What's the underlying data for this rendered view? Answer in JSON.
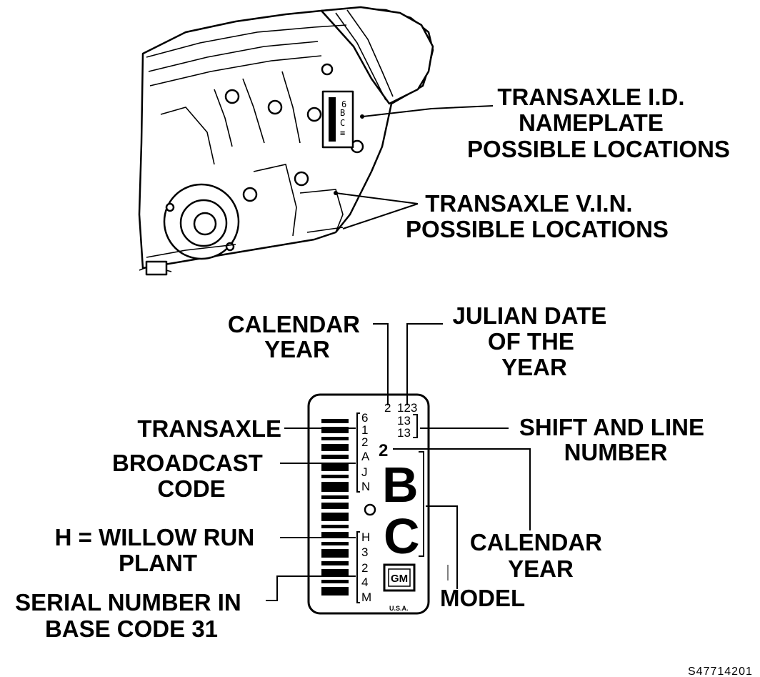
{
  "labels": {
    "id_nameplate": [
      "TRANSAXLE I.D.",
      "NAMEPLATE",
      "POSSIBLE LOCATIONS"
    ],
    "vin": [
      "TRANSAXLE V.I.N.",
      "POSSIBLE LOCATIONS"
    ],
    "calendar_year_top": [
      "CALENDAR",
      "YEAR"
    ],
    "julian_date": [
      "JULIAN DATE",
      "OF THE",
      "YEAR"
    ],
    "transaxle": "TRANSAXLE",
    "shift_line": [
      "SHIFT AND LINE",
      "NUMBER"
    ],
    "broadcast_code": [
      "BROADCAST",
      "CODE"
    ],
    "calendar_year_right": [
      "CALENDAR",
      "YEAR"
    ],
    "willow_run": [
      "H = WILLOW RUN",
      "PLANT"
    ],
    "model": "MODEL",
    "serial_number": [
      "SERIAL NUMBER IN",
      "BASE CODE 31"
    ]
  },
  "nameplate": {
    "year_digit": "2",
    "julian": "123",
    "shift_1": "13",
    "shift_2": "13",
    "broadcast_chars": [
      "6",
      "1",
      "2",
      "A",
      "J",
      "N"
    ],
    "calendar_digit": "2",
    "model_letters": [
      "B",
      "C"
    ],
    "plant_serial_chars": [
      "H",
      "3",
      "2",
      "4",
      "M"
    ],
    "logo_text": "GM",
    "country": "U.S.A."
  },
  "figure_code": "S47714201"
}
